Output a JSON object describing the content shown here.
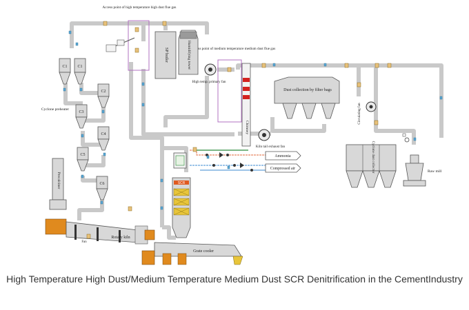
{
  "labels": {
    "access_high": "Access point of high temperature high dust flue gas",
    "access_medium": "Access point of medium temperature medium dust flue gas",
    "c1a": "C1",
    "c1b": "C1",
    "c2": "C2",
    "c3": "C3",
    "c4": "C4",
    "c5": "C5",
    "c6": "C6",
    "cyclone_preheater": "Cyclone preheater",
    "precalciner": "Precalciner",
    "sp_boiler": "SP boiler",
    "humidifying_tower": "Humidifying tower",
    "high_temp_fan": "High temp. primary fan",
    "chimney": "Chimney",
    "dust_collection": "Dust collection by filter bags",
    "circulating_fan": "Circulating fan",
    "kiln_tail_fan": "Kiln tail exhaust fan",
    "ammonia": "Ammonia",
    "compressed_air": "Compressed air",
    "scr": "SCR",
    "cyclone_collector": "Cyclone dust collector",
    "raw_mill": "Raw mill",
    "rotary_kiln": "Rotary kiln",
    "grate_cooler": "Grate cooler",
    "fan_label": "Fan"
  },
  "caption": "High Temperature High Dust/Medium Temperature Medium Dust SCR Denitrification in the CementIndustry",
  "colors": {
    "pipe": "#c9c9c9",
    "kiln": "#e08a1e",
    "catalyst": "#e8c53a",
    "chimney_red": "#d42020",
    "access_box": "#b070c0",
    "valve": "#e8c17a",
    "sensor": "#5aa8d6",
    "ammonia_line": "#e0663a",
    "air_line": "#3a8ad0"
  }
}
